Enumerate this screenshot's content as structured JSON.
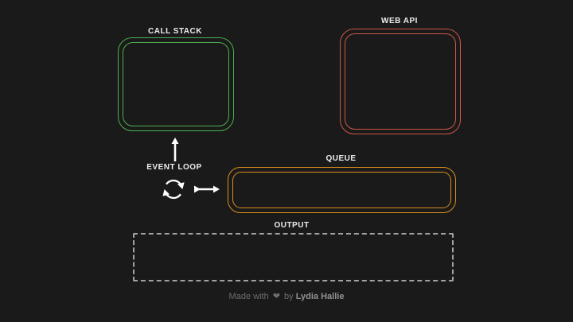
{
  "colors": {
    "background": "#1a1a1a",
    "label": "#ededed",
    "arrow": "#ffffff",
    "call_stack": "#4CAF50",
    "web_api": "#CE5745",
    "queue": "#DB8E1F",
    "output": "#A3A3A3",
    "footer_text": "#6E6E6E",
    "footer_author": "#929292"
  },
  "boxes": {
    "call_stack": {
      "label": "CALL STACK"
    },
    "web_api": {
      "label": "WEB API"
    },
    "queue": {
      "label": "QUEUE"
    },
    "output": {
      "label": "OUTPUT"
    }
  },
  "event_loop": {
    "label": "EVENT LOOP"
  },
  "footer": {
    "made_with": "Made with",
    "heart": "❤",
    "by": "by",
    "author": "Lydia Hallie"
  }
}
